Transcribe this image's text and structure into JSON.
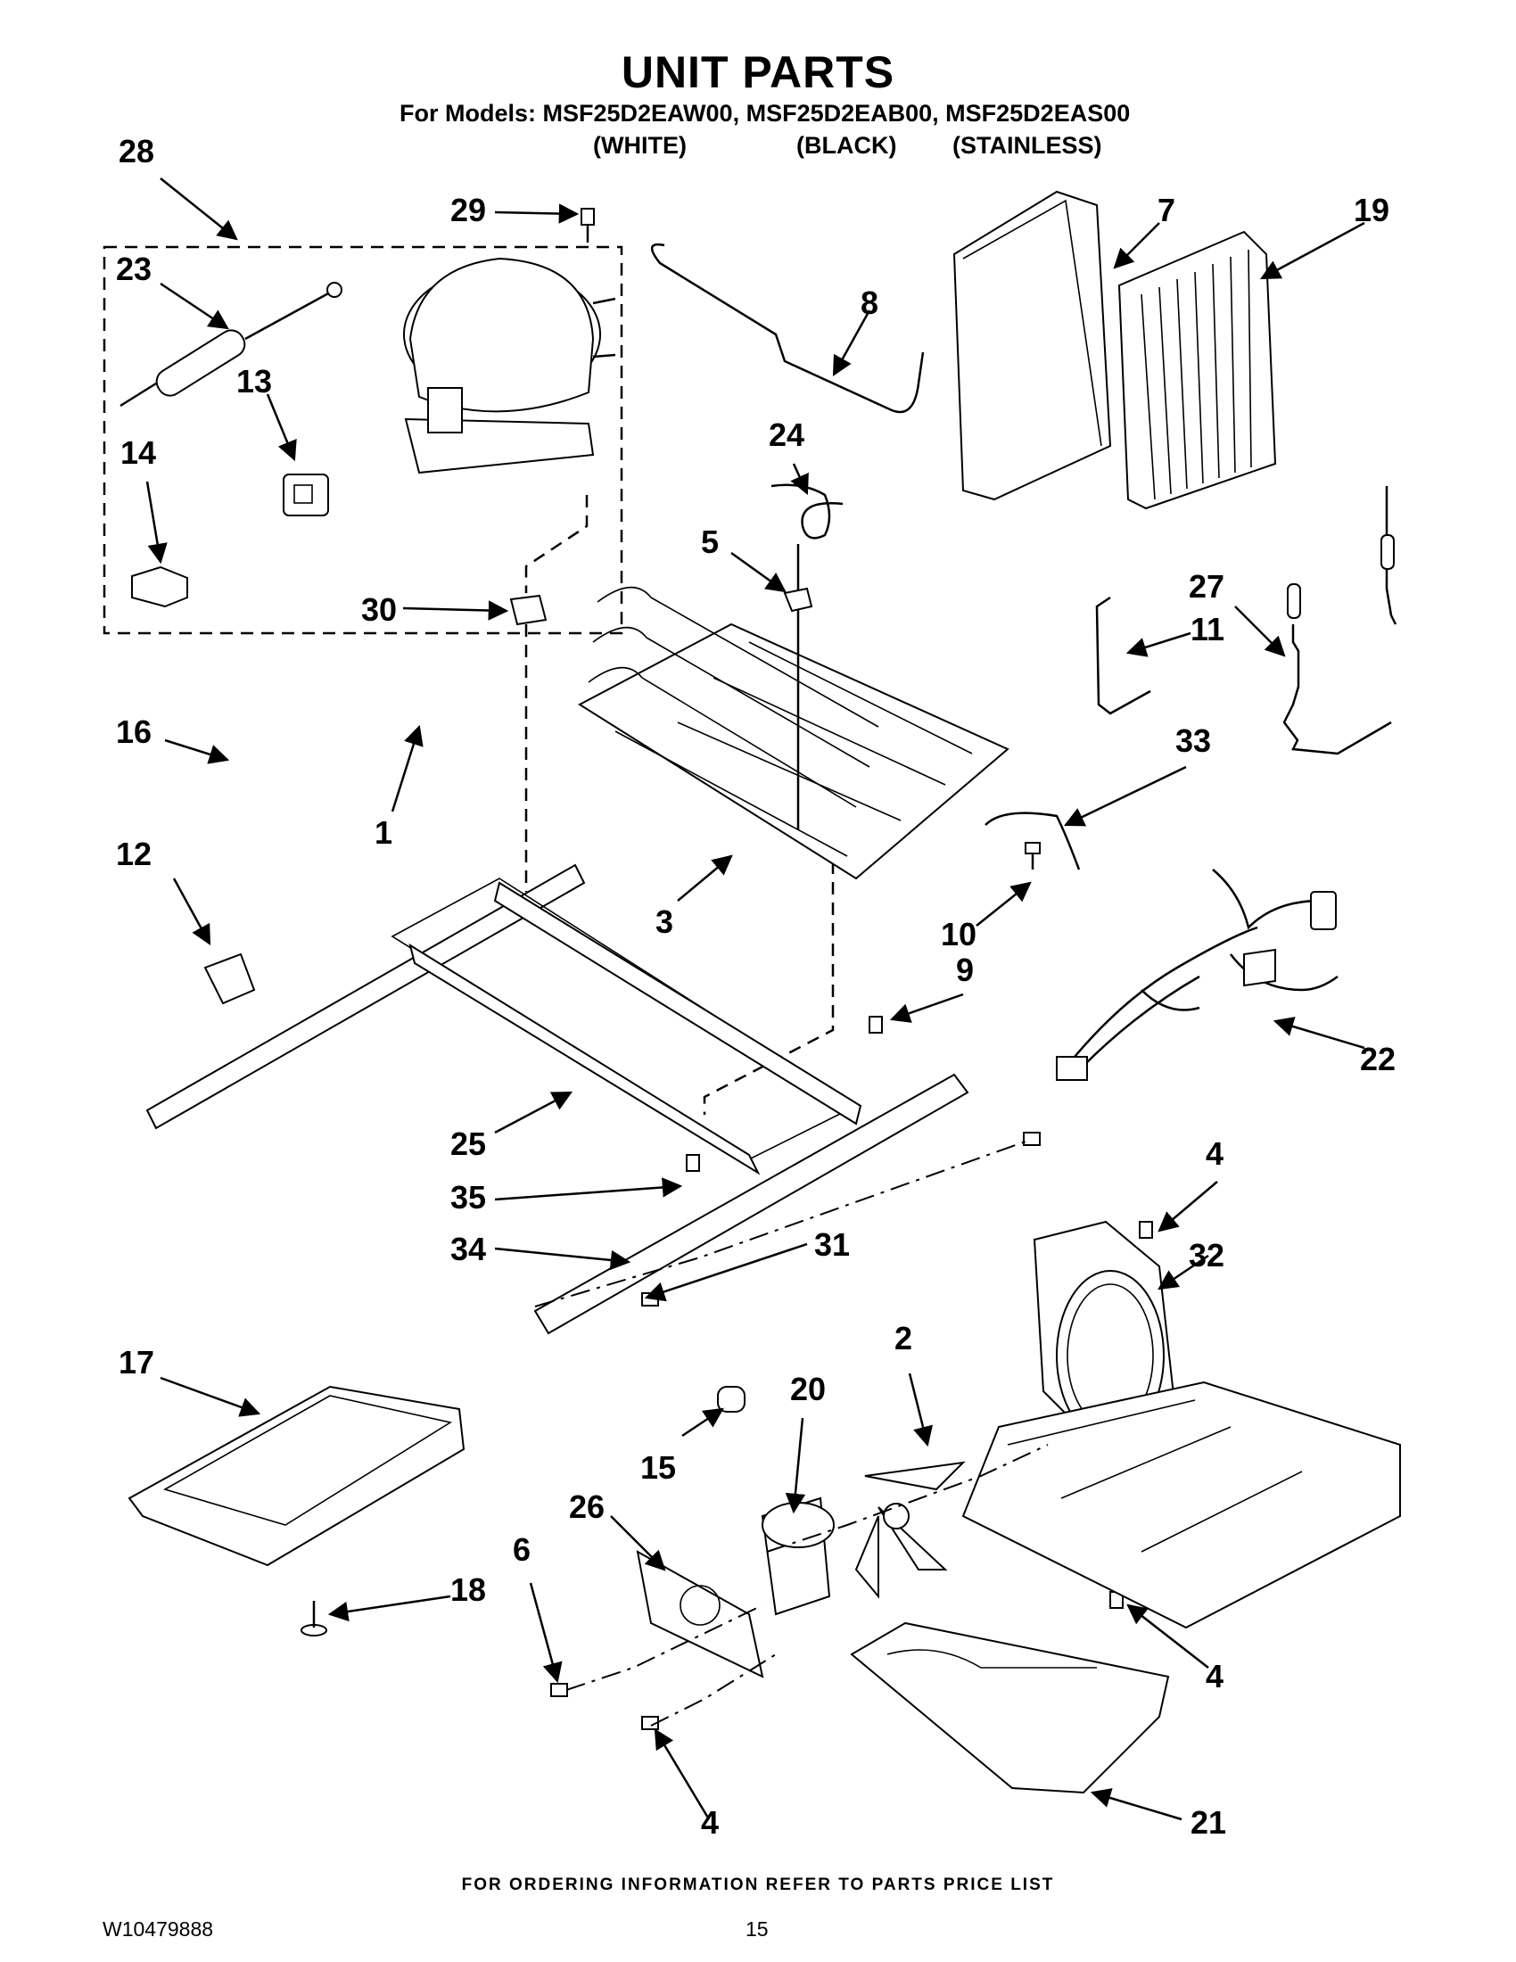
{
  "header": {
    "title": "UNIT PARTS",
    "models_line": "For Models: MSF25D2EAW00, MSF25D2EAB00, MSF25D2EAS00",
    "variants": [
      "(WHITE)",
      "(BLACK)",
      "(STAINLESS)"
    ]
  },
  "callouts": {
    "c1": "1",
    "c2": "2",
    "c3": "3",
    "c4a": "4",
    "c4b": "4",
    "c4c": "4",
    "c5": "5",
    "c6": "6",
    "c7": "7",
    "c8": "8",
    "c9": "9",
    "c10": "10",
    "c11": "11",
    "c12": "12",
    "c13": "13",
    "c14": "14",
    "c15": "15",
    "c16": "16",
    "c17": "17",
    "c18": "18",
    "c19": "19",
    "c20": "20",
    "c21": "21",
    "c22": "22",
    "c23": "23",
    "c24": "24",
    "c25": "25",
    "c26": "26",
    "c27": "27",
    "c28": "28",
    "c29": "29",
    "c30": "30",
    "c31": "31",
    "c32": "32",
    "c33": "33",
    "c34": "34",
    "c35": "35"
  },
  "footer": {
    "ordering_note": "FOR ORDERING INFORMATION REFER TO PARTS PRICE LIST",
    "doc_number": "W10479888",
    "page_number": "15"
  }
}
